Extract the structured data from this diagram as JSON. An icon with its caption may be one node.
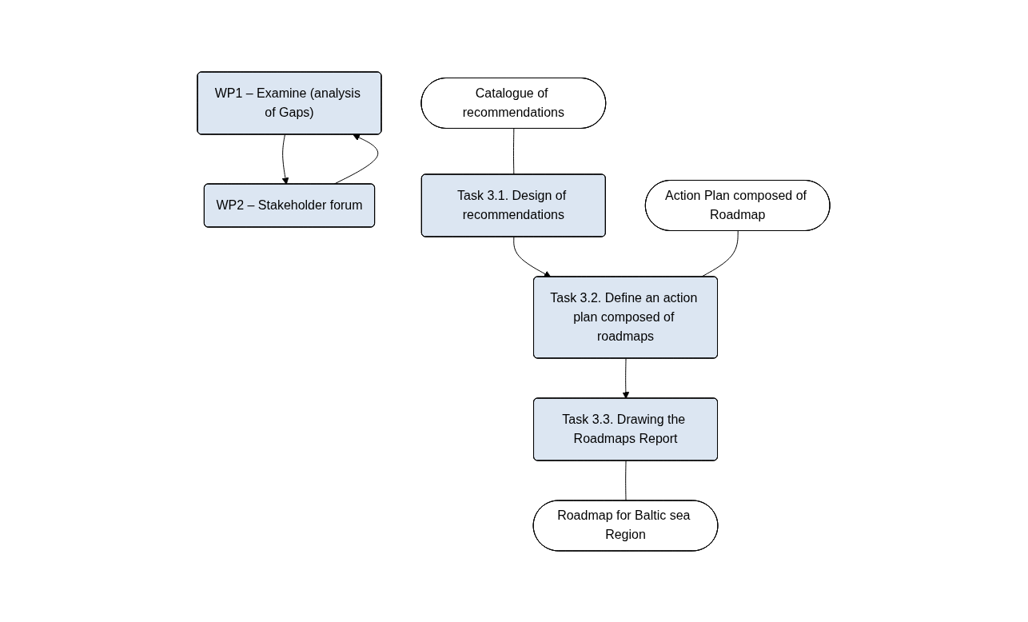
{
  "diagram": {
    "nodes": [
      {
        "text": [
          "WP1 – Examine (analysis of Gaps)"
        ]
      },
      {
        "text": [
          "WP2 – Stakeholder forum"
        ]
      },
      {
        "text": [
          "Task 3.1. Design of recommendations"
        ]
      },
      {
        "text": [
          "Task 3.2. Define an action plan composed of roadmaps"
        ]
      },
      {
        "text": [
          "Task 3.3. Drawing the Roadmaps Report"
        ]
      },
      {
        "text": [
          "Catalogue of recommendations"
        ]
      },
      {
        "text": [
          "Action Plan composed of Roadmap"
        ]
      },
      {
        "text": [
          "Roadmap for Baltic sea Region"
        ]
      }
    ],
    "edges": [
      {
        "from": 0,
        "to": 1,
        "arrow": "to"
      },
      {
        "from": 1,
        "to": 0,
        "arrow": "to"
      },
      {
        "from": 2,
        "to": 3,
        "arrow": "to"
      },
      {
        "from": 3,
        "to": 4,
        "arrow": "to"
      },
      {
        "from": 5,
        "to": 2,
        "arrow": "none"
      },
      {
        "from": 6,
        "to": 3,
        "arrow": "none"
      },
      {
        "from": 4,
        "to": 7,
        "arrow": "none"
      }
    ]
  }
}
